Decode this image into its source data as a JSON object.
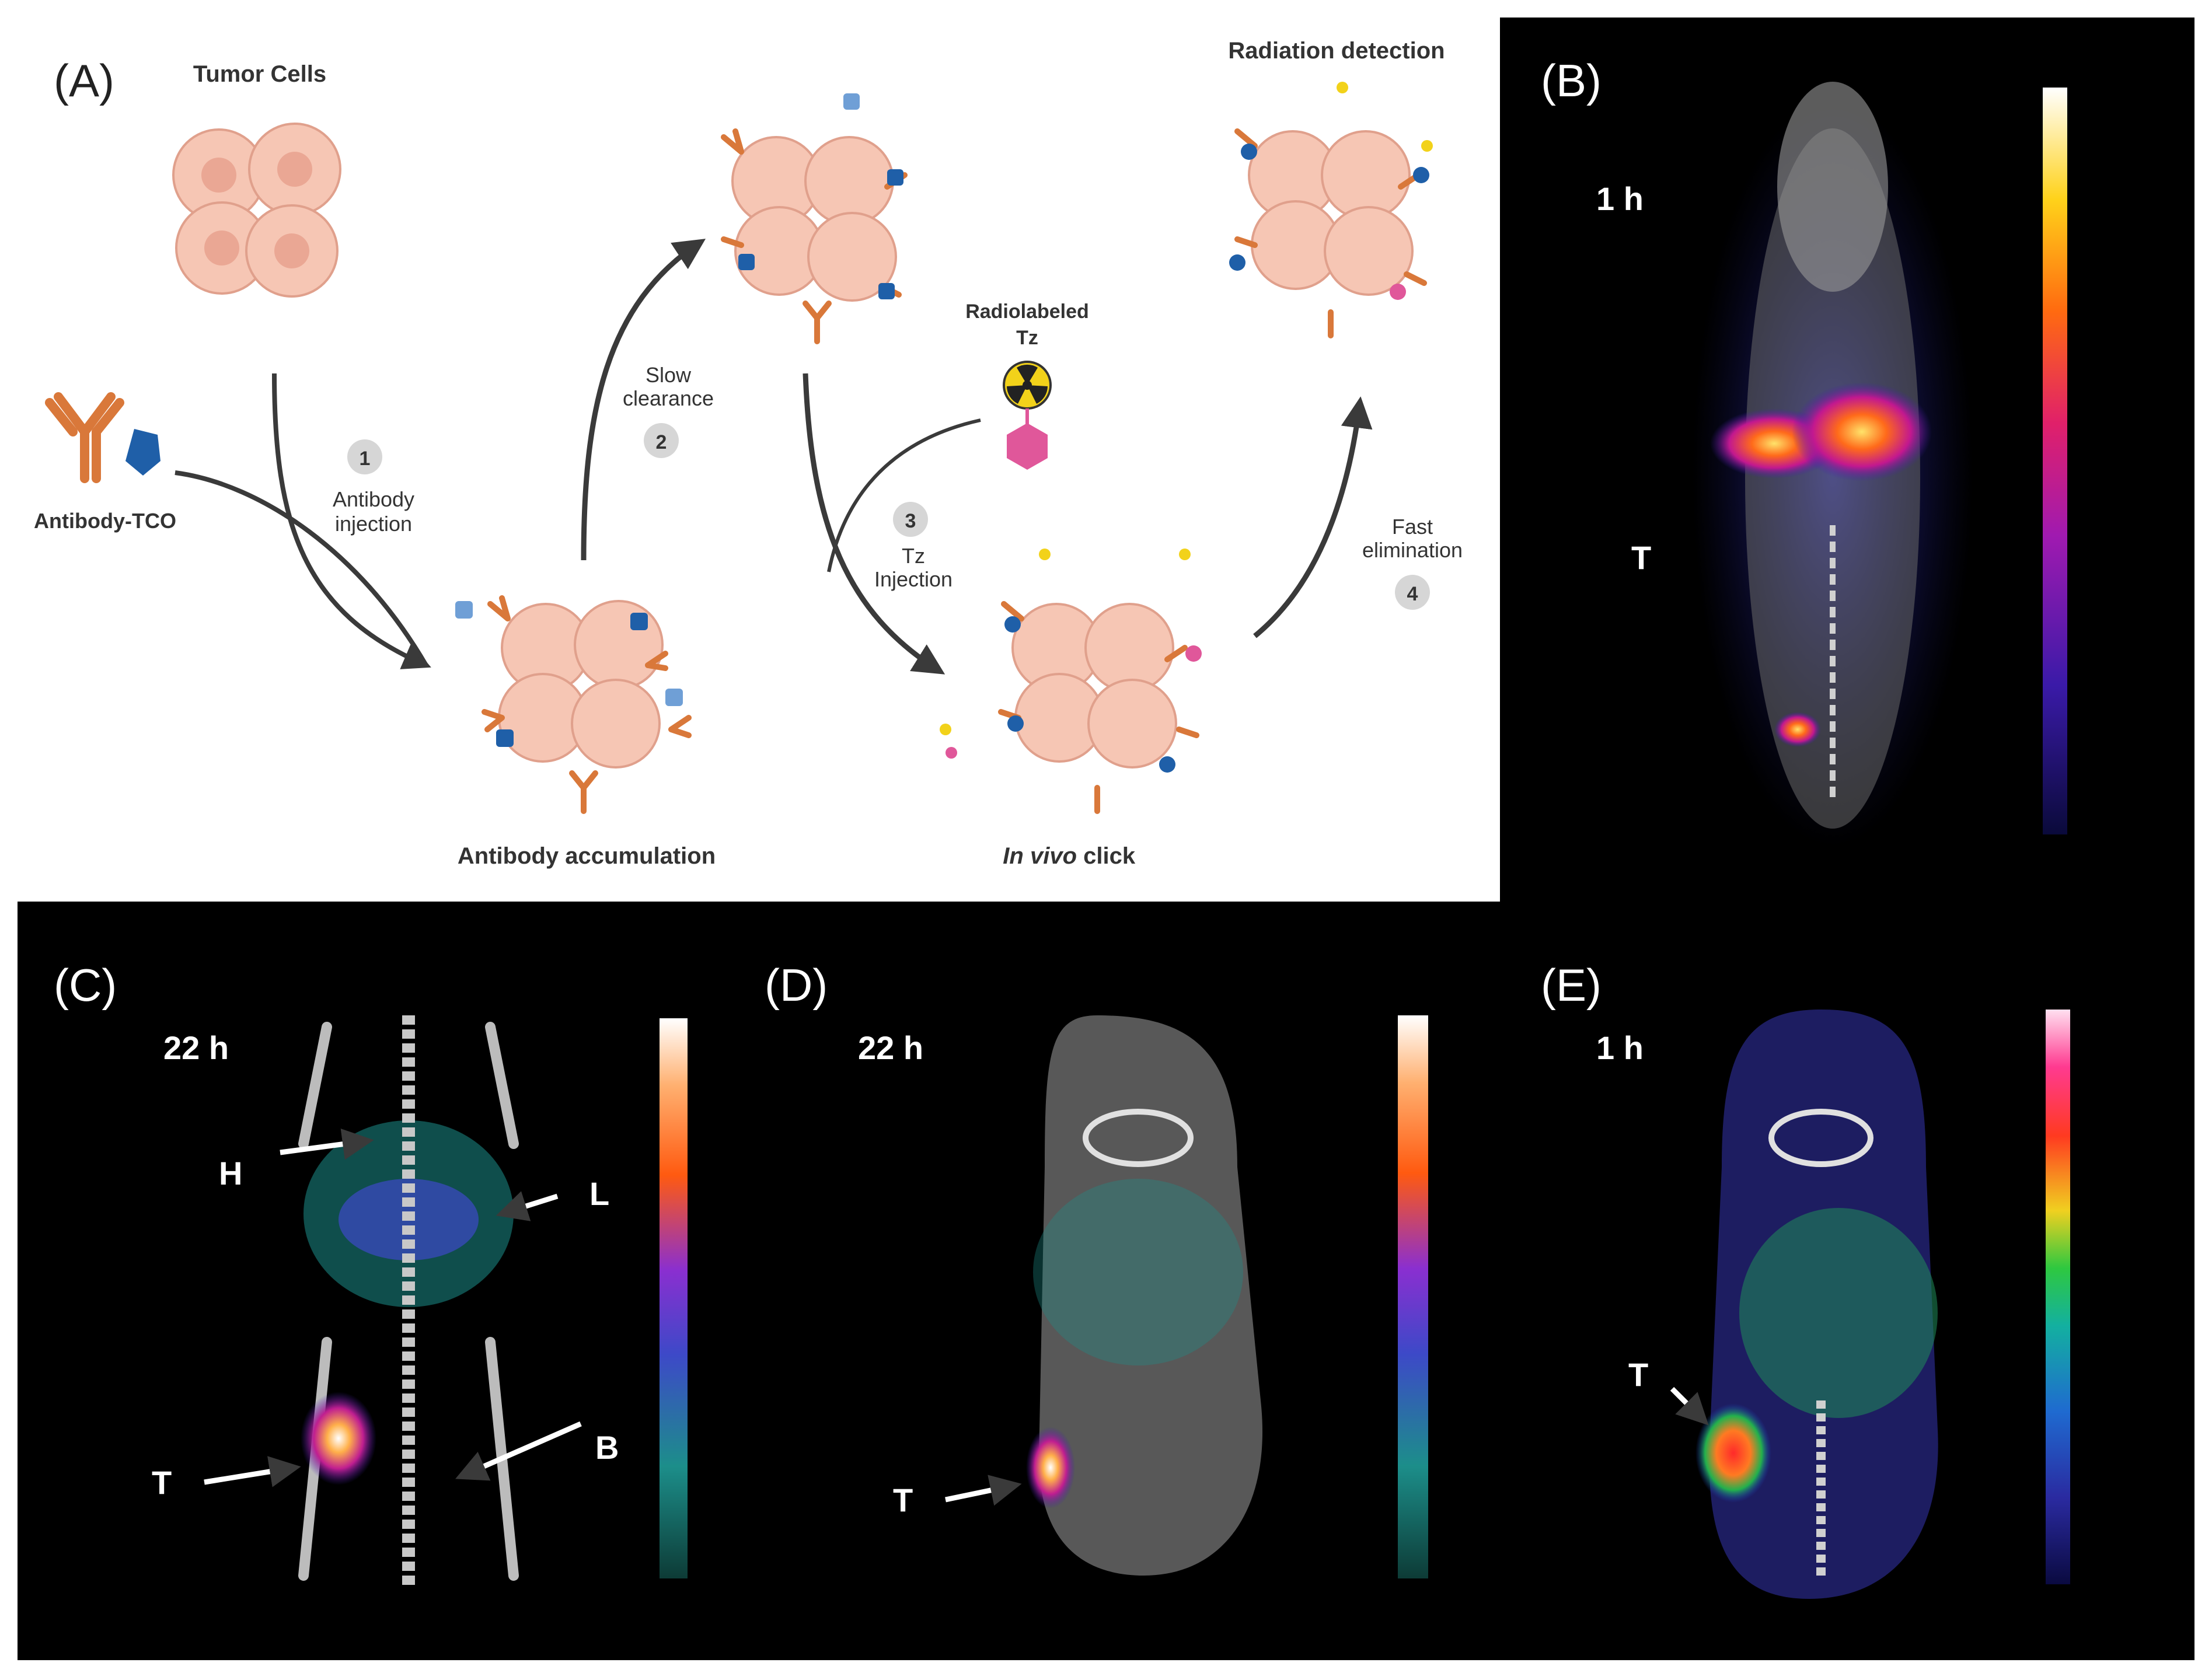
{
  "panels": {
    "A": {
      "label": "(A)",
      "tumor_cells": "Tumor Cells",
      "antibody_tco": "Antibody-TCO",
      "step1": {
        "num": "1",
        "text": [
          "Antibody",
          "injection"
        ]
      },
      "step2": {
        "num": "2",
        "text": [
          "Slow",
          "clearance"
        ]
      },
      "step3": {
        "num": "3",
        "text": [
          "Tz",
          "Injection"
        ]
      },
      "step4": {
        "num": "4",
        "text": [
          "Fast",
          "elimination"
        ]
      },
      "radiolabeled": [
        "Radiolabeled",
        "Tz"
      ],
      "antibody_accumulation": "Antibody accumulation",
      "in_vivo_click_italic": "In vivo",
      "in_vivo_click_rest": " click",
      "radiation_detection": "Radiation detection"
    },
    "B": {
      "label": "(B)",
      "time": "1 h",
      "marker_T": "T"
    },
    "C": {
      "label": "(C)",
      "time": "22 h",
      "marker_H": "H",
      "marker_L": "L",
      "marker_T": "T",
      "marker_B": "B"
    },
    "D": {
      "label": "(D)",
      "time": "22 h",
      "marker_T": "T"
    },
    "E": {
      "label": "(E)",
      "time": "1 h",
      "marker_T": "T"
    }
  },
  "colors": {
    "cell_fill": "#f6c6b4",
    "cell_stroke": "#e0a08c",
    "antibody": "#d9783a",
    "tco": "#1f5fa8",
    "tz": "#e0579a",
    "arrow": "#3a3a3a",
    "step_circle": "#d6d6d6"
  }
}
